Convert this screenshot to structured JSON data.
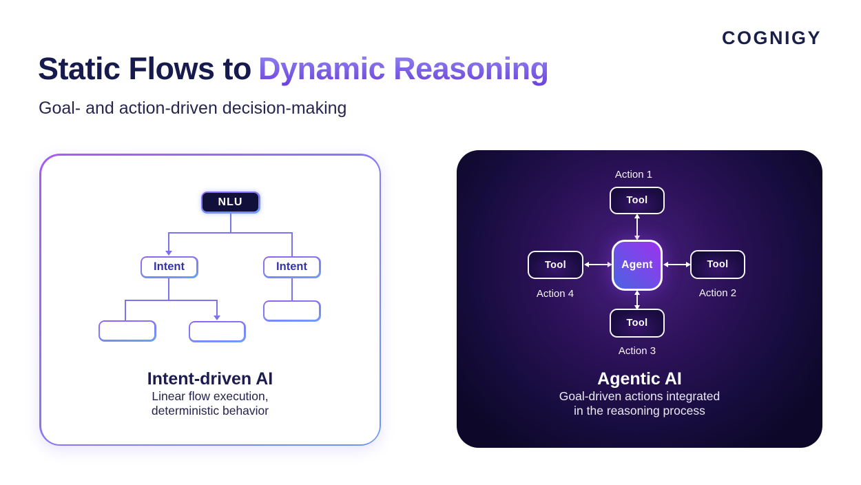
{
  "logo": "COGNIGY",
  "header": {
    "title_dark": "Static Flows to",
    "title_accent": "Dynamic Reasoning",
    "subtitle": "Goal- and action-driven decision-making"
  },
  "left_card": {
    "nlu": "NLU",
    "intent_left": "Intent",
    "intent_right": "Intent",
    "title": "Intent-driven AI",
    "line1": "Linear flow execution,",
    "line2": "deterministic behavior"
  },
  "right_card": {
    "agent": "Agent",
    "tool_top": {
      "label": "Tool",
      "action": "Action 1"
    },
    "tool_right": {
      "label": "Tool",
      "action": "Action 2"
    },
    "tool_bottom": {
      "label": "Tool",
      "action": "Action 3"
    },
    "tool_left": {
      "label": "Tool",
      "action": "Action 4"
    },
    "title": "Agentic AI",
    "line1": "Goal-driven actions integrated",
    "line2": "in the reasoning process"
  },
  "colors": {
    "title_dark": "#171a4c",
    "accent_purple": "#8a5cf6",
    "accent_blue": "#6b96f7",
    "flow_line": "#7b72ee",
    "dark_card_bg": "#0d0829",
    "agent_gradient_from": "#9d33ee",
    "agent_gradient_to": "#4a64e2"
  }
}
